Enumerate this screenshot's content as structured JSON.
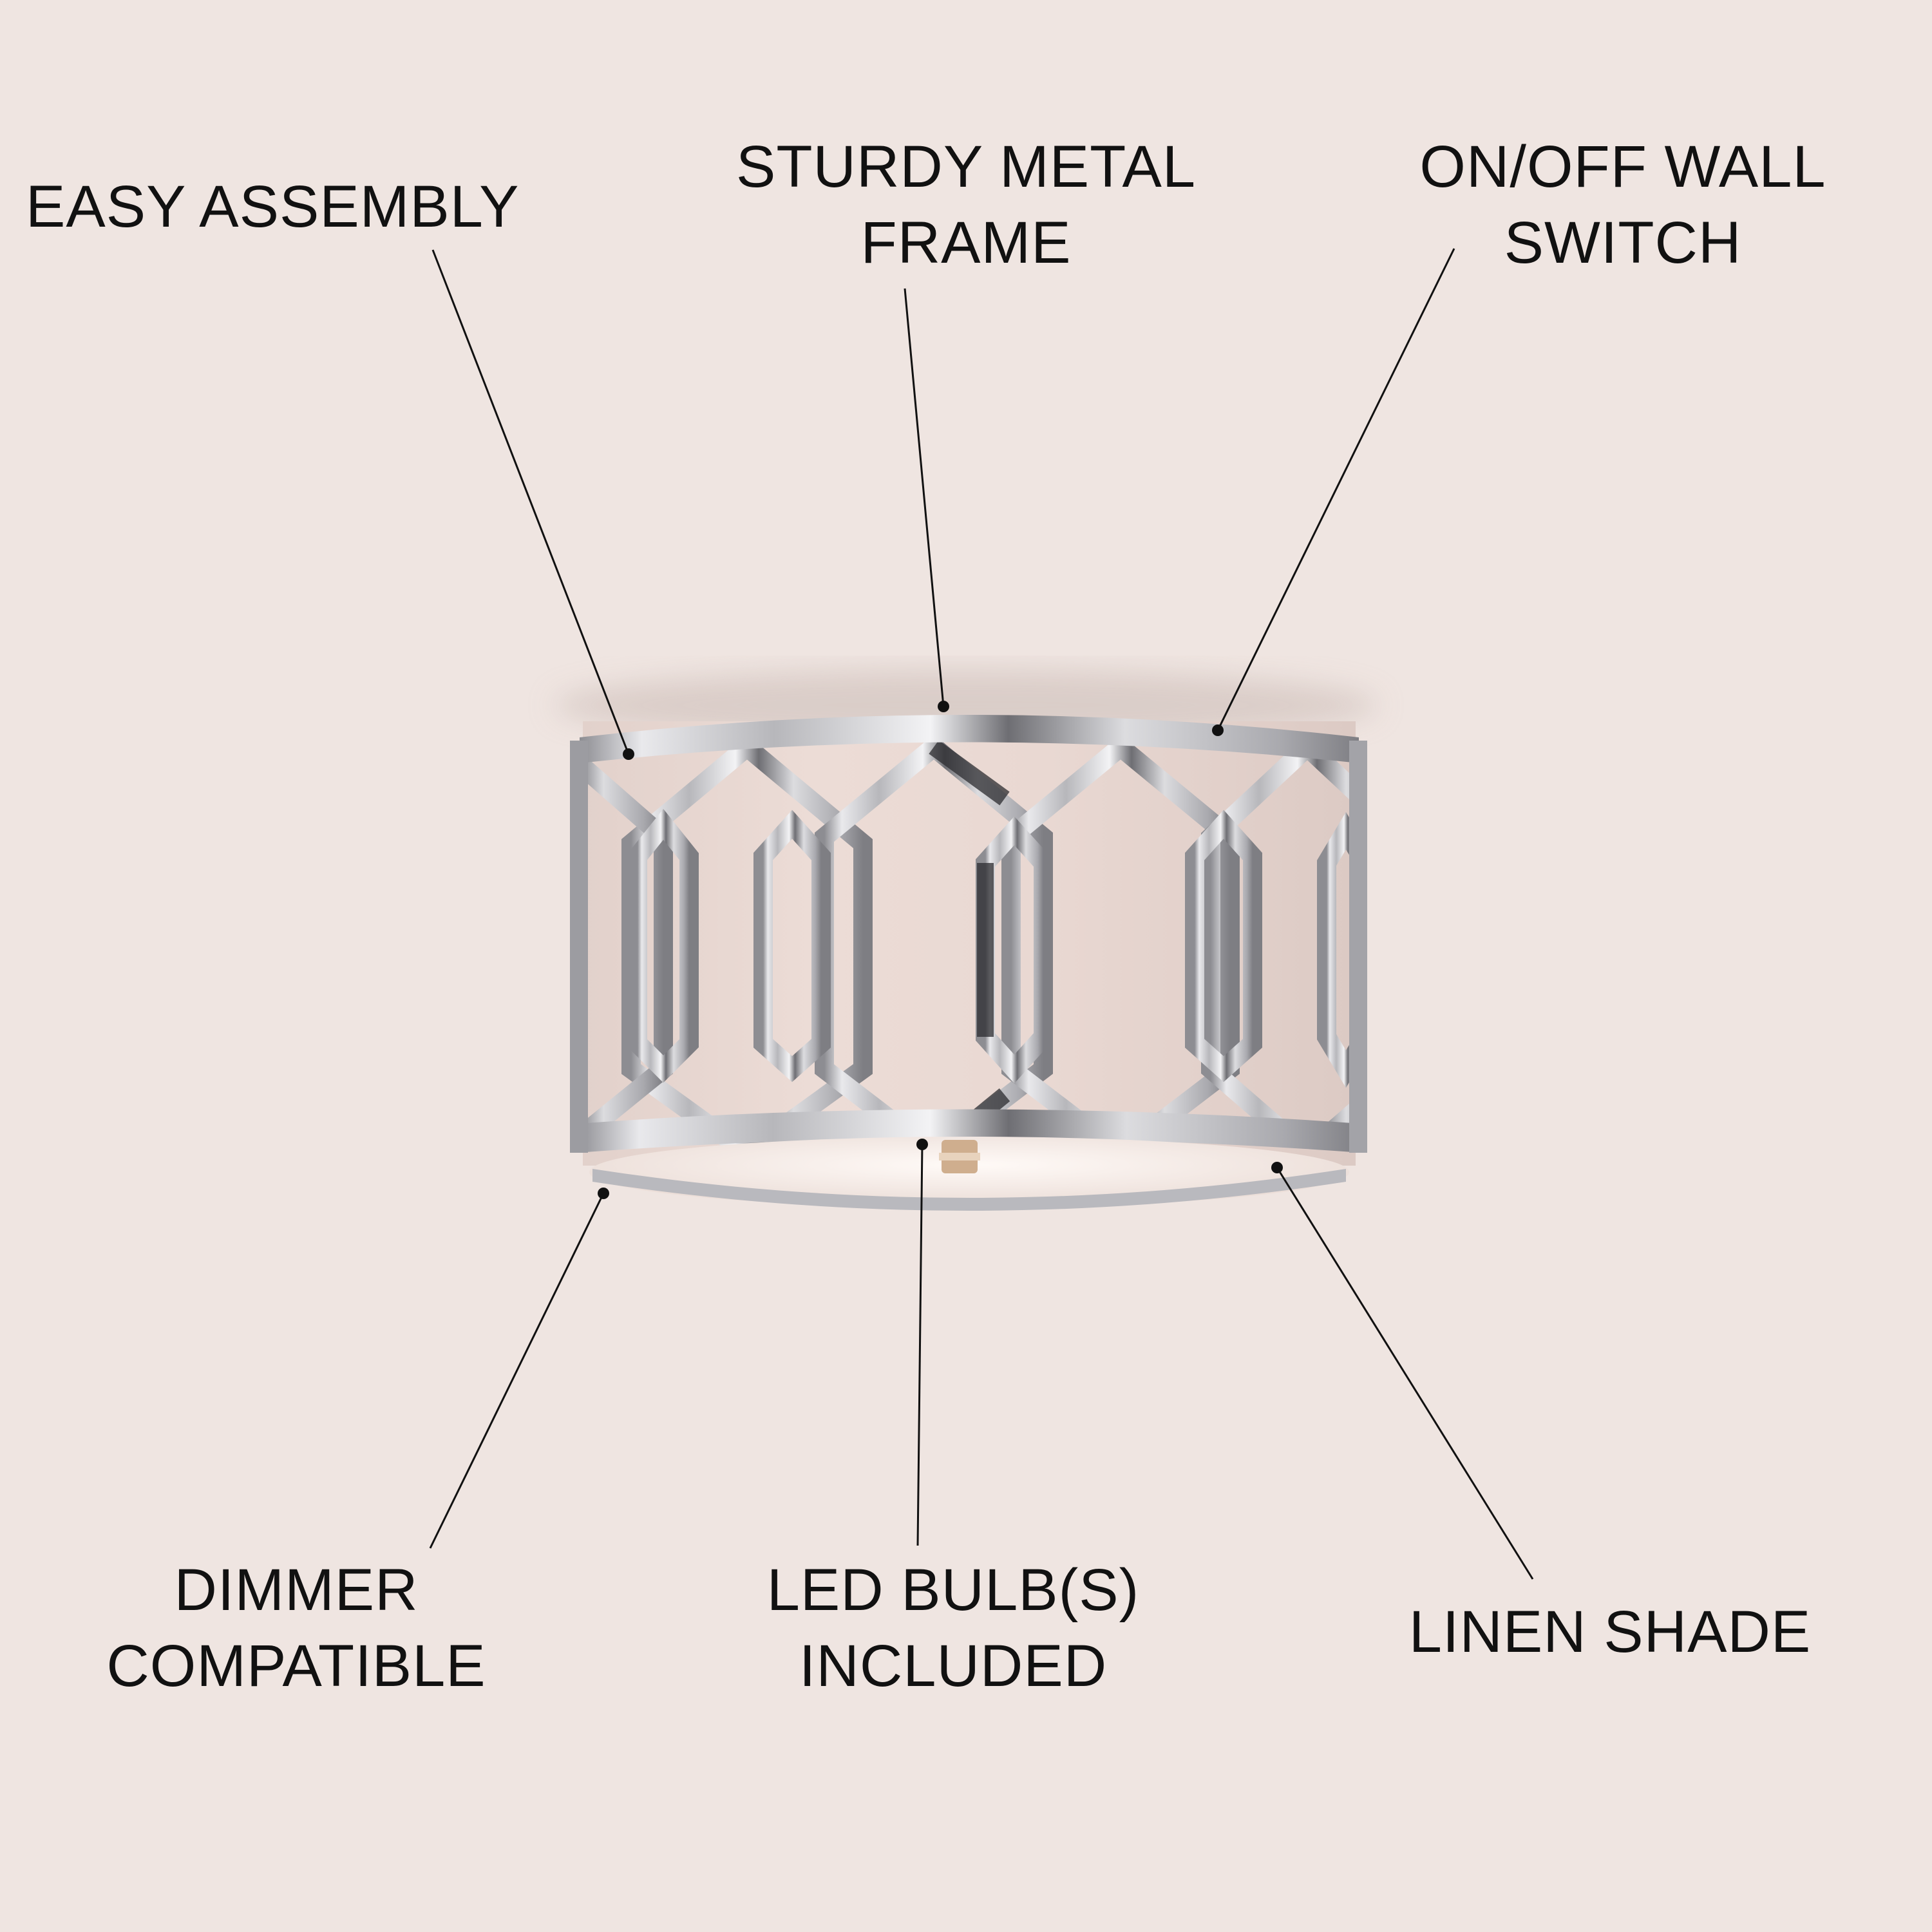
{
  "colors": {
    "background": "#efe5e1",
    "text": "#111111",
    "chrome_frame": "#c9c9cc",
    "linen_shade": "#ecdcd6",
    "diffuser": "#f7f0ec"
  },
  "callouts": {
    "easy_assembly": {
      "lines": [
        "EASY ASSEMBLY"
      ]
    },
    "sturdy_metal_frame": {
      "lines": [
        "STURDY METAL",
        "FRAME"
      ]
    },
    "on_off_wall_switch": {
      "lines": [
        "ON/OFF WALL",
        "SWITCH"
      ]
    },
    "dimmer_compatible": {
      "lines": [
        "DIMMER",
        "COMPATIBLE"
      ]
    },
    "led_bulbs_included": {
      "lines": [
        "LED BULB(S)",
        "INCLUDED"
      ]
    },
    "linen_shade": {
      "lines": [
        "LINEN SHADE"
      ]
    }
  },
  "product_image": {
    "icon": "drum-flush-mount-ceiling-light",
    "finish": "chrome",
    "pattern": "geometric-hexagon-lattice",
    "shade_material": "linen"
  }
}
